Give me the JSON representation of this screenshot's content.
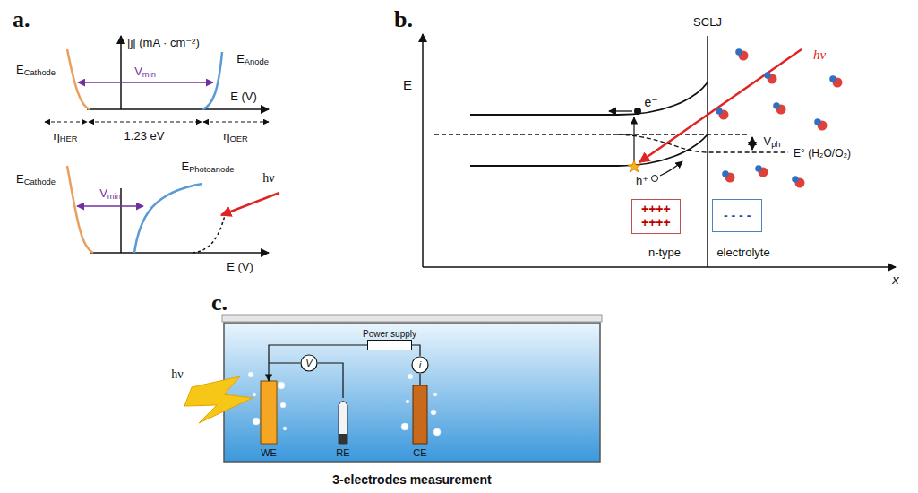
{
  "diagram": {
    "nodes": [
      {
        "text": [
          "++++ ++++"
        ]
      },
      {
        "text": [
          "- - - -"
        ]
      },
      {
        "text": [
          "Power supply"
        ]
      },
      {
        "text": [
          "V"
        ]
      },
      {
        "text": [
          "i"
        ]
      }
    ],
    "edges": [
      {
        "from": 2,
        "to": 4,
        "arrow": "none"
      }
    ],
    "labels": [
      "a.",
      "|j| (mA · cm⁻²)",
      "ECathode",
      "EAnode",
      "Vmin",
      "E (V)",
      "ηHER",
      "1.23 eV",
      "ηOER",
      "ECathode",
      "Vmin",
      "EPhotoanode",
      "E (V)",
      "hν",
      "b.",
      "E",
      "SCLJ",
      "hν",
      "e⁻",
      "Vph",
      "E° (H₂O/O₂)",
      "h⁺",
      "n-type",
      "electrolyte",
      "x",
      "c.",
      "hν",
      "WE",
      "RE",
      "CE",
      "3-electrodes measurement"
    ]
  }
}
